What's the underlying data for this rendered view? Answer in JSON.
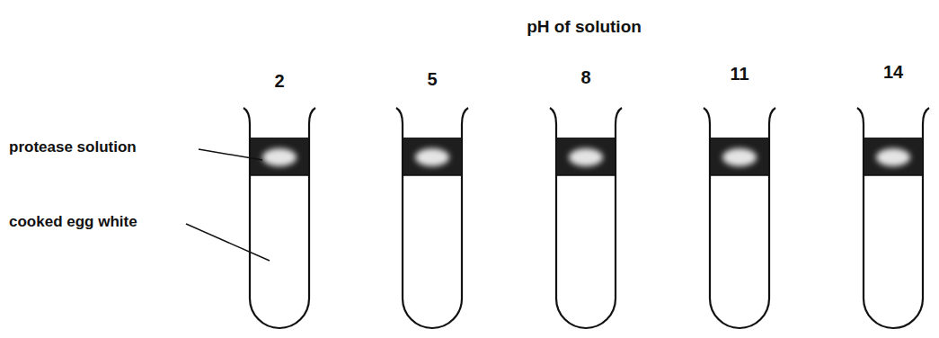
{
  "diagram": {
    "title": "pH of solution",
    "labels": [
      "2",
      "5",
      "8",
      "11",
      "14",
      "protease solution",
      "cooked egg white"
    ]
  }
}
